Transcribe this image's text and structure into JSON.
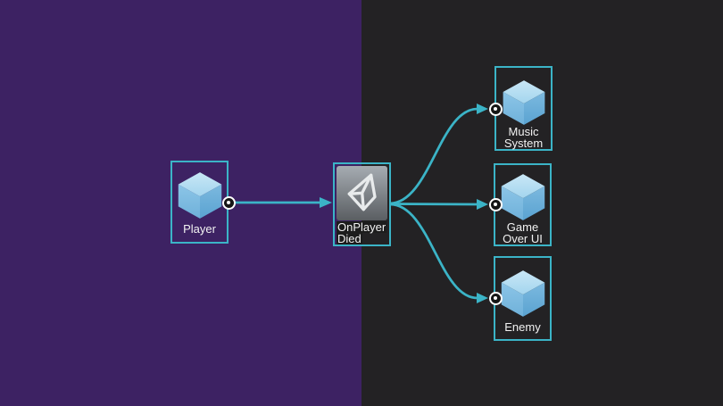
{
  "colors": {
    "accent": "#3bb4c7",
    "left-bg": "#3d2263",
    "right-bg": "#232224",
    "label": "#f2f2f2",
    "label-bg": "#1c1c1c",
    "cube-top": "#c9e7f6",
    "cube-left": "#8cc5e7",
    "cube-right": "#62a8d4",
    "tile-top": "#a6acb2",
    "tile-bottom": "#5a5e62"
  },
  "nodes": {
    "player": {
      "lines": [
        "Player"
      ],
      "icon": "cube"
    },
    "on_player_died": {
      "lines": [
        "OnPlayer",
        "Died"
      ],
      "icon": "unity-logo"
    },
    "music_system": {
      "lines": [
        "Music",
        "System"
      ],
      "icon": "cube"
    },
    "game_over_ui": {
      "lines": [
        "Game",
        "Over UI"
      ],
      "icon": "cube"
    },
    "enemy": {
      "lines": [
        "Enemy"
      ],
      "icon": "cube"
    }
  },
  "edges": [
    {
      "from": "player",
      "to": "on_player_died"
    },
    {
      "from": "on_player_died",
      "to": "music_system"
    },
    {
      "from": "on_player_died",
      "to": "game_over_ui"
    },
    {
      "from": "on_player_died",
      "to": "enemy"
    }
  ]
}
